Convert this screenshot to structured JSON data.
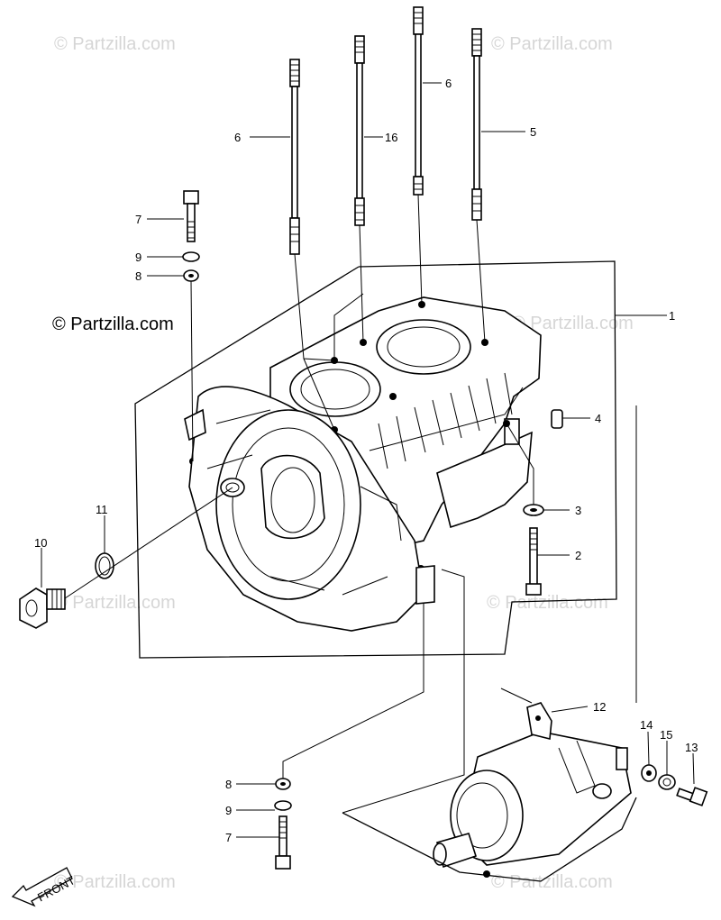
{
  "watermarks": {
    "main": "© Partzilla.com",
    "faint": "© Partzilla.com"
  },
  "front_label": "FRONT",
  "callouts": {
    "c1": "1",
    "c2": "2",
    "c3": "3",
    "c4": "4",
    "c5": "5",
    "c6_left": "6",
    "c6_right": "6",
    "c7_top": "7",
    "c7_bottom": "7",
    "c8_top": "8",
    "c8_bottom": "8",
    "c9_top": "9",
    "c9_bottom": "9",
    "c10": "10",
    "c11": "11",
    "c12": "12",
    "c13": "13",
    "c14": "14",
    "c15": "15",
    "c16": "16"
  },
  "colors": {
    "line": "#000000",
    "watermark": "#d6d6d6"
  }
}
